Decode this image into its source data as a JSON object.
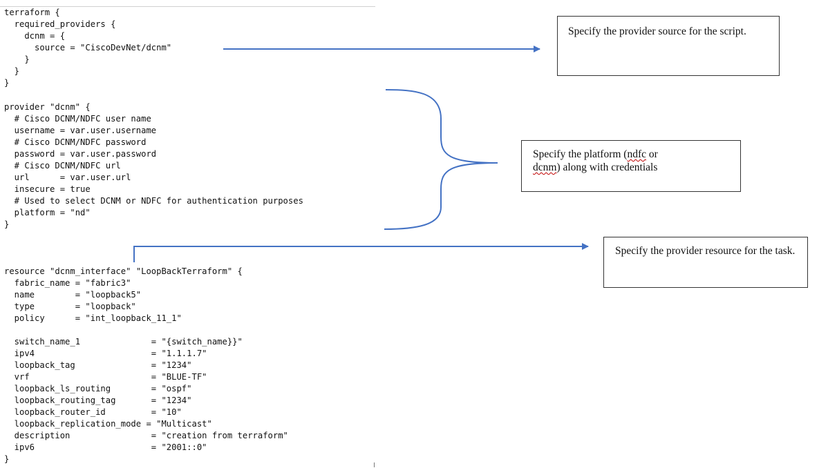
{
  "code_blocks": [
    {
      "lines": [
        "terraform {",
        "  required_providers {",
        "    dcnm = {",
        "      source = \"CiscoDevNet/dcnm\"",
        "    }",
        "  }",
        "}"
      ]
    },
    {
      "lines": [
        "provider \"dcnm\" {",
        "  # Cisco DCNM/NDFC user name",
        "  username = var.user.username",
        "  # Cisco DCNM/NDFC password",
        "  password = var.user.password",
        "  # Cisco DCNM/NDFC url",
        "  url      = var.user.url",
        "  insecure = true",
        "  # Used to select DCNM or NDFC for authentication purposes",
        "  platform = \"nd\"",
        "}"
      ]
    },
    {
      "lines": [
        "resource \"dcnm_interface\" \"LoopBackTerraform\" {",
        "  fabric_name = \"fabric3\"",
        "  name        = \"loopback5\"",
        "  type        = \"loopback\"",
        "  policy      = \"int_loopback_11_1\"",
        "",
        "  switch_name_1              = \"{switch_name}}\"",
        "  ipv4                       = \"1.1.1.7\"",
        "  loopback_tag               = \"1234\"",
        "  vrf                        = \"BLUE-TF\"",
        "  loopback_ls_routing        = \"ospf\"",
        "  loopback_routing_tag       = \"1234\"",
        "  loopback_router_id         = \"10\"",
        "  loopback_replication_mode = \"Multicast\"",
        "  description                = \"creation from terraform\"",
        "  ipv6                       = \"2001::0\"",
        "}"
      ]
    }
  ],
  "callouts": {
    "source": {
      "text": "Specify the provider source for the script."
    },
    "platform": {
      "part1": "Specify the platform (",
      "word1": "ndfc",
      "part2": " or ",
      "word2": "dcnm",
      "part3": ") along with credentials"
    },
    "resource": {
      "text": "Specify the provider resource for the task."
    }
  },
  "colors": {
    "arrow": "#4472c4",
    "code_text": "#111111",
    "box_border": "#333333",
    "spellcheck_underline": "#c00000"
  }
}
